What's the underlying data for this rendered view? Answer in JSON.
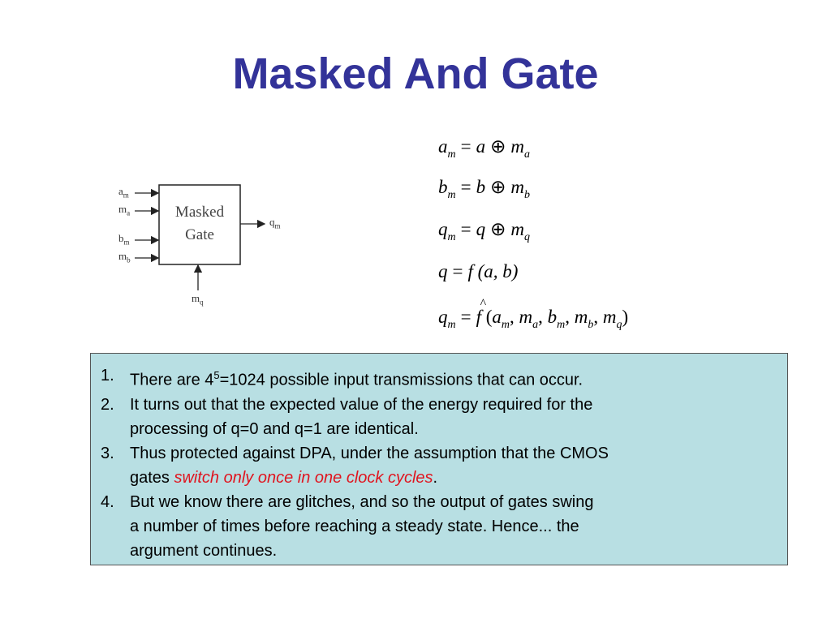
{
  "slide": {
    "title": "Masked And Gate"
  },
  "diagram": {
    "gate_label_line1": "Masked",
    "gate_label_line2": "Gate",
    "inputs": [
      {
        "base": "a",
        "sub": "m"
      },
      {
        "base": "m",
        "sub": "a"
      },
      {
        "base": "b",
        "sub": "m"
      },
      {
        "base": "m",
        "sub": "b"
      }
    ],
    "output": {
      "base": "q",
      "sub": "m"
    },
    "bottom_input": {
      "base": "m",
      "sub": "q"
    }
  },
  "equations": {
    "eq1": {
      "lhs": "a",
      "lhs_sub": "m",
      "eq": "=",
      "a": "a",
      "op": "⊕",
      "b": "m",
      "b_sub": "a"
    },
    "eq2": {
      "lhs": "b",
      "lhs_sub": "m",
      "eq": "=",
      "a": "b",
      "op": "⊕",
      "b": "m",
      "b_sub": "b"
    },
    "eq3": {
      "lhs": "q",
      "lhs_sub": "m",
      "eq": "=",
      "a": "q",
      "op": "⊕",
      "b": "m",
      "b_sub": "q"
    },
    "eq4": {
      "lhs": "q",
      "eq": "=",
      "fn": "f",
      "args": "(a, b)"
    },
    "eq5": {
      "lhs": "q",
      "lhs_sub": "m",
      "eq": "=",
      "fn": "f",
      "open": "(",
      "close": ")",
      "args": [
        {
          "base": "a",
          "sub": "m"
        },
        {
          "base": "m",
          "sub": "a"
        },
        {
          "base": "b",
          "sub": "m"
        },
        {
          "base": "m",
          "sub": "b"
        },
        {
          "base": "m",
          "sub": "q"
        }
      ]
    }
  },
  "notes": {
    "items": [
      {
        "num": "1.",
        "pre": "There are 4",
        "sup": "5",
        "post": "=1024 possible input transmissions that can occur."
      },
      {
        "num": "2.",
        "line1": "It turns out that the expected value of the energy required for the",
        "line2": "processing of q=0 and q=1 are identical."
      },
      {
        "num": "3.",
        "line1": "Thus protected against DPA, under the assumption that the CMOS",
        "line2_pre": "gates ",
        "line2_red": "switch only once in one clock cycles",
        "line2_post": "."
      },
      {
        "num": "4.",
        "line1": "But we know there are glitches, and so the output of gates swing",
        "line2": "a number of times before reaching a steady state. Hence... the",
        "line3": "argument continues."
      }
    ]
  },
  "colors": {
    "title": "#333399",
    "box_bg": "#b8dfe3",
    "highlight": "#e0141e"
  }
}
